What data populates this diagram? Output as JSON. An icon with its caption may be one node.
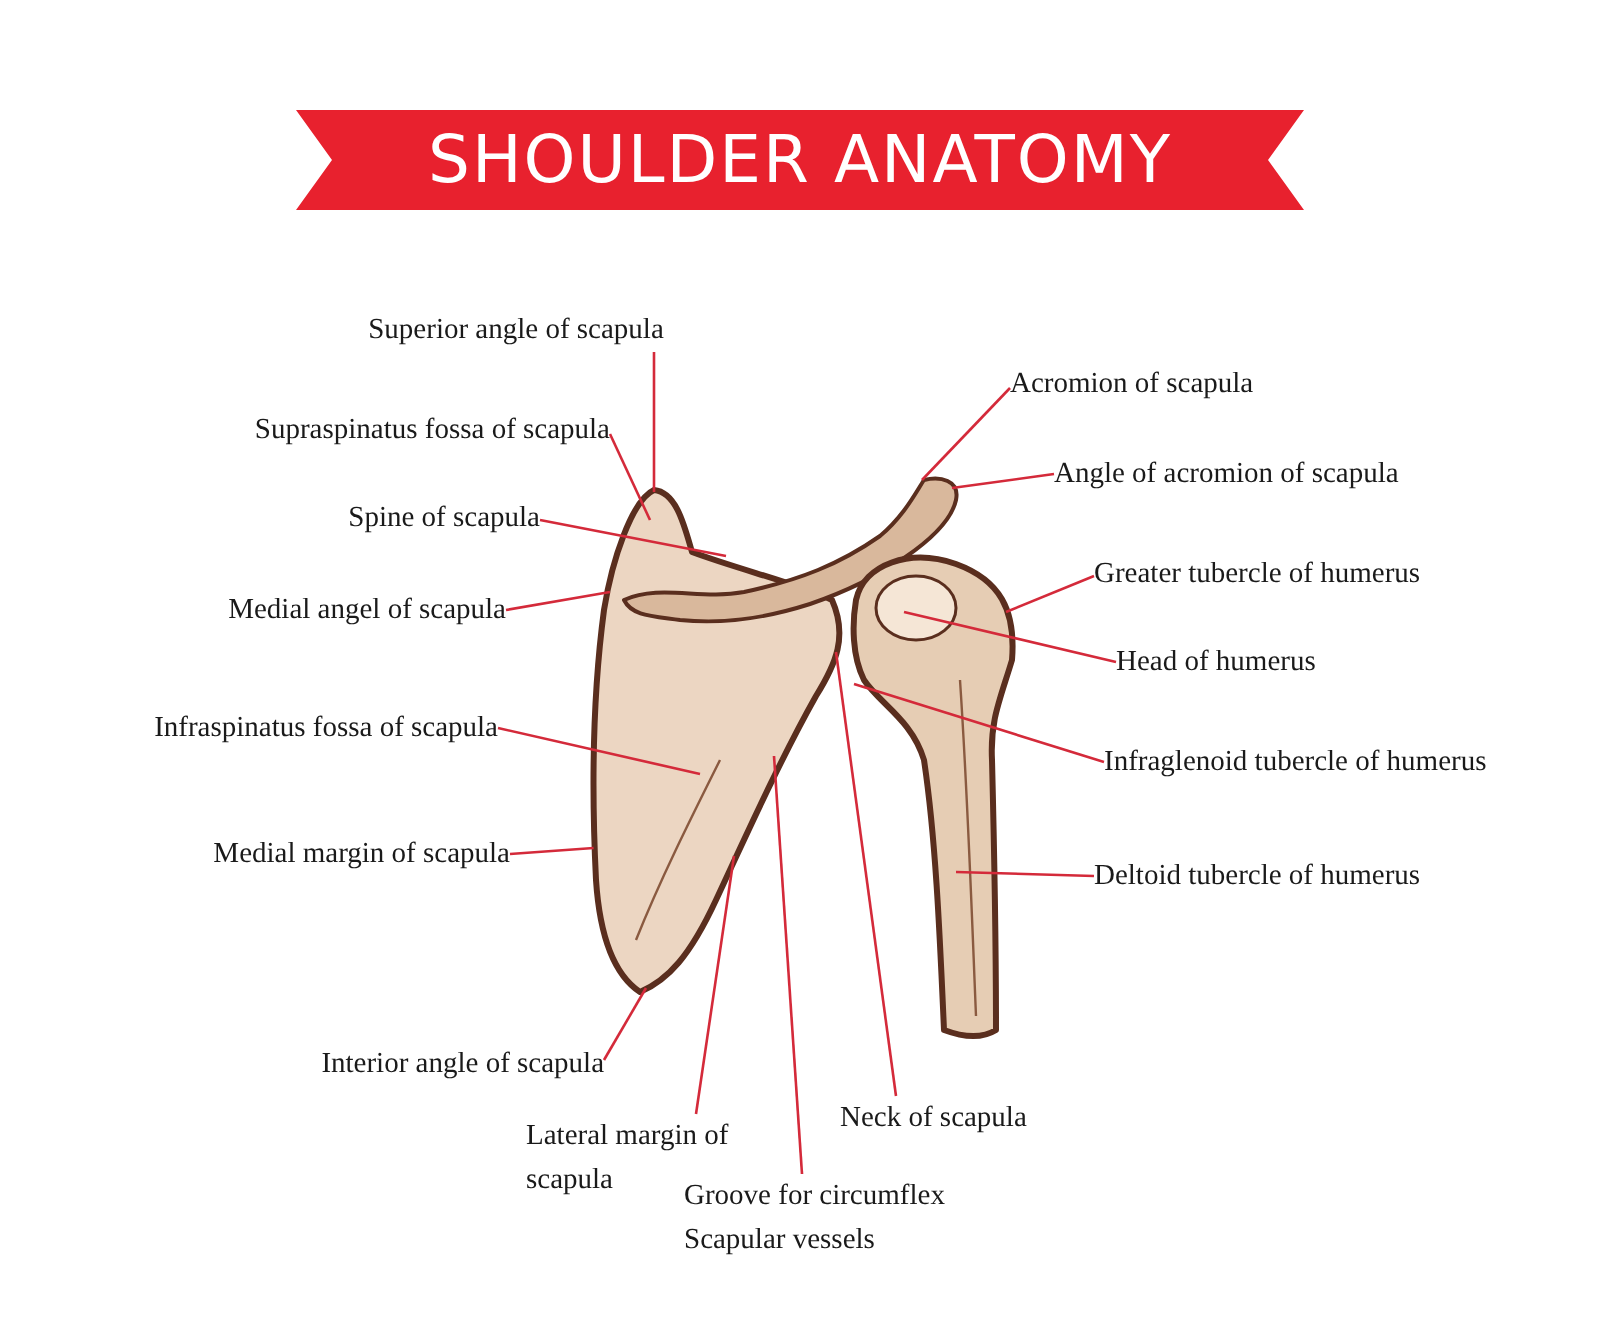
{
  "diagram": {
    "title": "SHOULDER ANATOMY",
    "nodes": [
      {
        "text": [
          "Superior angle of scapula"
        ]
      },
      {
        "text": [
          "Supraspinatus fossa of scapula"
        ]
      },
      {
        "text": [
          "Spine of scapula"
        ]
      },
      {
        "text": [
          "Medial angel of scapula"
        ]
      },
      {
        "text": [
          "Infraspinatus fossa of scapula"
        ]
      },
      {
        "text": [
          "Medial margin of scapula"
        ]
      },
      {
        "text": [
          "Interior angle of scapula"
        ]
      },
      {
        "text": [
          "Lateral margin of scapula"
        ]
      },
      {
        "text": [
          "Groove for circumflex Scapular vessels"
        ]
      },
      {
        "text": [
          "Neck of scapula"
        ]
      },
      {
        "text": [
          "Acromion of scapula"
        ]
      },
      {
        "text": [
          "Angle of acromion of scapula"
        ]
      },
      {
        "text": [
          "Greater tubercle of humerus"
        ]
      },
      {
        "text": [
          "Head of humerus"
        ]
      },
      {
        "text": [
          "Infraglenoid tubercle of humerus"
        ]
      },
      {
        "text": [
          "Deltoid tubercle of humerus"
        ]
      },
      {
        "text": [],
        "shape": "picture"
      }
    ],
    "edges": [
      {
        "from": 0,
        "to": 16,
        "arrow": "none"
      },
      {
        "from": 1,
        "to": 16,
        "arrow": "none"
      },
      {
        "from": 2,
        "to": 16,
        "arrow": "none"
      },
      {
        "from": 3,
        "to": 16,
        "arrow": "none"
      },
      {
        "from": 4,
        "to": 16,
        "arrow": "none"
      },
      {
        "from": 5,
        "to": 16,
        "arrow": "none"
      },
      {
        "from": 6,
        "to": 16,
        "arrow": "none"
      },
      {
        "from": 7,
        "to": 16,
        "arrow": "none"
      },
      {
        "from": 8,
        "to": 16,
        "arrow": "none"
      },
      {
        "from": 9,
        "to": 16,
        "arrow": "none"
      },
      {
        "from": 10,
        "to": 16,
        "arrow": "none"
      },
      {
        "from": 11,
        "to": 16,
        "arrow": "none"
      },
      {
        "from": 12,
        "to": 16,
        "arrow": "none"
      },
      {
        "from": 13,
        "to": 16,
        "arrow": "none"
      },
      {
        "from": 14,
        "to": 16,
        "arrow": "none"
      },
      {
        "from": 15,
        "to": 16,
        "arrow": "none"
      }
    ]
  }
}
